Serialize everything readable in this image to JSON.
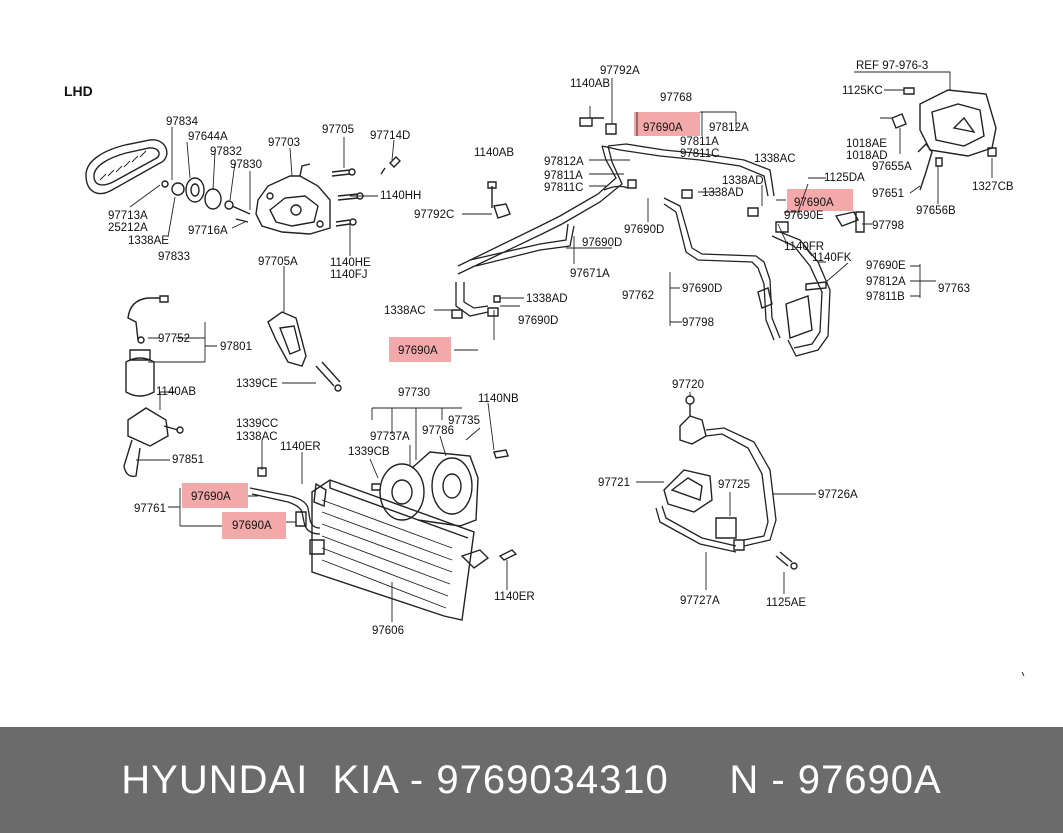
{
  "header": {
    "orientation": "LHD",
    "ref": "REF 97-976-3"
  },
  "labels": {
    "l97792A": "97792A",
    "l1140AB_top": "1140AB",
    "l97768": "97768",
    "l97690A_top": "97690A",
    "l97812A_top": "97812A",
    "l97811A_top": "97811A",
    "l97811C_top": "97811C",
    "l1140AB_mid": "1140AB",
    "l97812A_mid": "97812A",
    "l97811A_mid": "97811A",
    "l97811C_mid": "97811C",
    "l1338AC_r": "1338AC",
    "l1338AD_r": "1338AD",
    "l97792C": "97792C",
    "l97690D_a": "97690D",
    "l97690D_b": "97690D",
    "l97671A": "97671A",
    "l1125DA": "1125DA",
    "l97690A_right": "97690A",
    "l97690E_r": "97690E",
    "l97798_r": "97798",
    "l1140FR": "1140FR",
    "l1140FK": "1140FK",
    "l97690E_g": "97690E",
    "l97812A_g": "97812A",
    "l97811B": "97811B",
    "l97763": "97763",
    "l97762": "97762",
    "l97690D_g": "97690D",
    "l97798_g": "97798",
    "l1338AC_c": "1338AC",
    "l1338AD_c": "1338AD",
    "l97690D_c": "97690D",
    "l97690A_c": "97690A",
    "l1125KC": "1125KC",
    "l1018AE": "1018AE",
    "l1018AD": "1018AD",
    "l97655A": "97655A",
    "l97651": "97651",
    "l97656B": "97656B",
    "l1327CB": "1327CB",
    "l97834": "97834",
    "l97644A": "97644A",
    "l97832": "97832",
    "l97830": "97830",
    "l97703": "97703",
    "l97705": "97705",
    "l97714D": "97714D",
    "l1140HH": "1140HH",
    "l97713A": "97713A",
    "l25212A": "25212A",
    "l1338AE": "1338AE",
    "l97716A": "97716A",
    "l97833": "97833",
    "l1140HE": "1140HE",
    "l1140FJ": "1140FJ",
    "l97705A": "97705A",
    "l1339CE": "1339CE",
    "l97752": "97752",
    "l97801": "97801",
    "l1140AB_l": "1140AB",
    "l97851": "97851",
    "l1339CC": "1339CC",
    "l1338AC_l": "1338AC",
    "l1140ER_a": "1140ER",
    "l97690A_l1": "97690A",
    "l97761": "97761",
    "l97690A_l2": "97690A",
    "l97730": "97730",
    "l1140NB": "1140NB",
    "l97737A": "97737A",
    "l97786": "97786",
    "l97735": "97735",
    "l1339CB": "1339CB",
    "l97606": "97606",
    "l1140ER_b": "1140ER",
    "l97720": "97720",
    "l97721": "97721",
    "l97725": "97725",
    "l97726A": "97726A",
    "l97727A": "97727A",
    "l1125AE": "1125AE"
  },
  "footer": {
    "text": "HYUNDAI  KIA - 9769034310     N - 97690A"
  },
  "colors": {
    "highlight": "#f19a9a",
    "footer_bg": "#6b6b6b",
    "footer_text": "#ffffff"
  }
}
